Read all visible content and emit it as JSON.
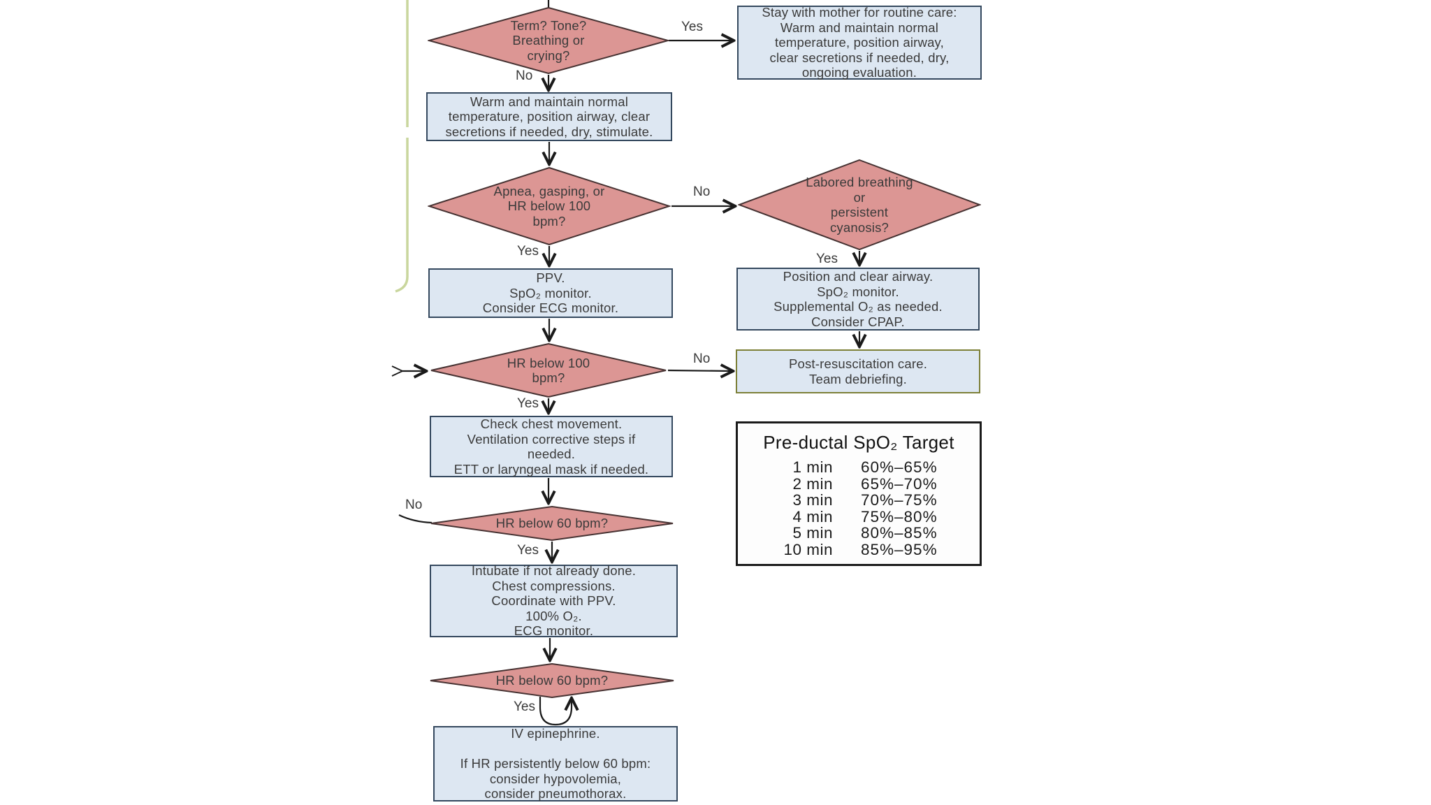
{
  "labels": {
    "yes": "Yes",
    "no": "No"
  },
  "nodes": {
    "term": "Term? Tone?\nBreathing or\ncrying?",
    "stay_with_mother": "Stay with mother for routine care:\nWarm and maintain normal\ntemperature, position airway,\nclear secretions if needed, dry,\nongoing evaluation.",
    "warm_maintain": "Warm and maintain normal\ntemperature, position airway, clear\nsecretions if needed, dry, stimulate.",
    "apnea_gasping": "Apnea, gasping, or\nHR below 100\nbpm?",
    "labored_breathing": "Labored breathing\nor\npersistent\ncyanosis?",
    "ppv": "PPV.\nSpO₂ monitor.\nConsider ECG monitor.",
    "position_airway": "Position and clear airway.\nSpO₂ monitor.\nSupplemental O₂ as needed.\nConsider CPAP.",
    "hr_below_100": "HR below 100\nbpm?",
    "post_resuscitation": "Post-resuscitation care.\nTeam debriefing.",
    "check_chest": "Check chest movement.\nVentilation corrective steps if\nneeded.\nETT or laryngeal mask if needed.",
    "hr_below_60_first": "HR below 60 bpm?",
    "intubate": "Intubate if not already done.\nChest compressions.\nCoordinate with PPV.\n100% O₂.\nECG monitor.",
    "hr_below_60_second": "HR below 60 bpm?",
    "iv_epinephrine": "IV epinephrine.\n\nIf HR persistently below 60 bpm:\nconsider hypovolemia,\nconsider pneumothorax."
  },
  "spo2_table": {
    "title": "Pre-ductal SpO₂ Target",
    "rows": [
      {
        "time": "1 min",
        "range": "60%–65%"
      },
      {
        "time": "2 min",
        "range": "65%–70%"
      },
      {
        "time": "3 min",
        "range": "70%–75%"
      },
      {
        "time": "4 min",
        "range": "75%–80%"
      },
      {
        "time": "5 min",
        "range": "80%–85%"
      },
      {
        "time": "10 min",
        "range": "85%–95%"
      }
    ]
  },
  "colors": {
    "decision_fill": "#dc9694",
    "decision_border": "#463232",
    "process_fill": "#dde7f2",
    "process_border": "#34485e",
    "post_resuscitation_border": "#7d8038",
    "bracket": "#c9d69d",
    "arrow": "#1a1a1a"
  }
}
